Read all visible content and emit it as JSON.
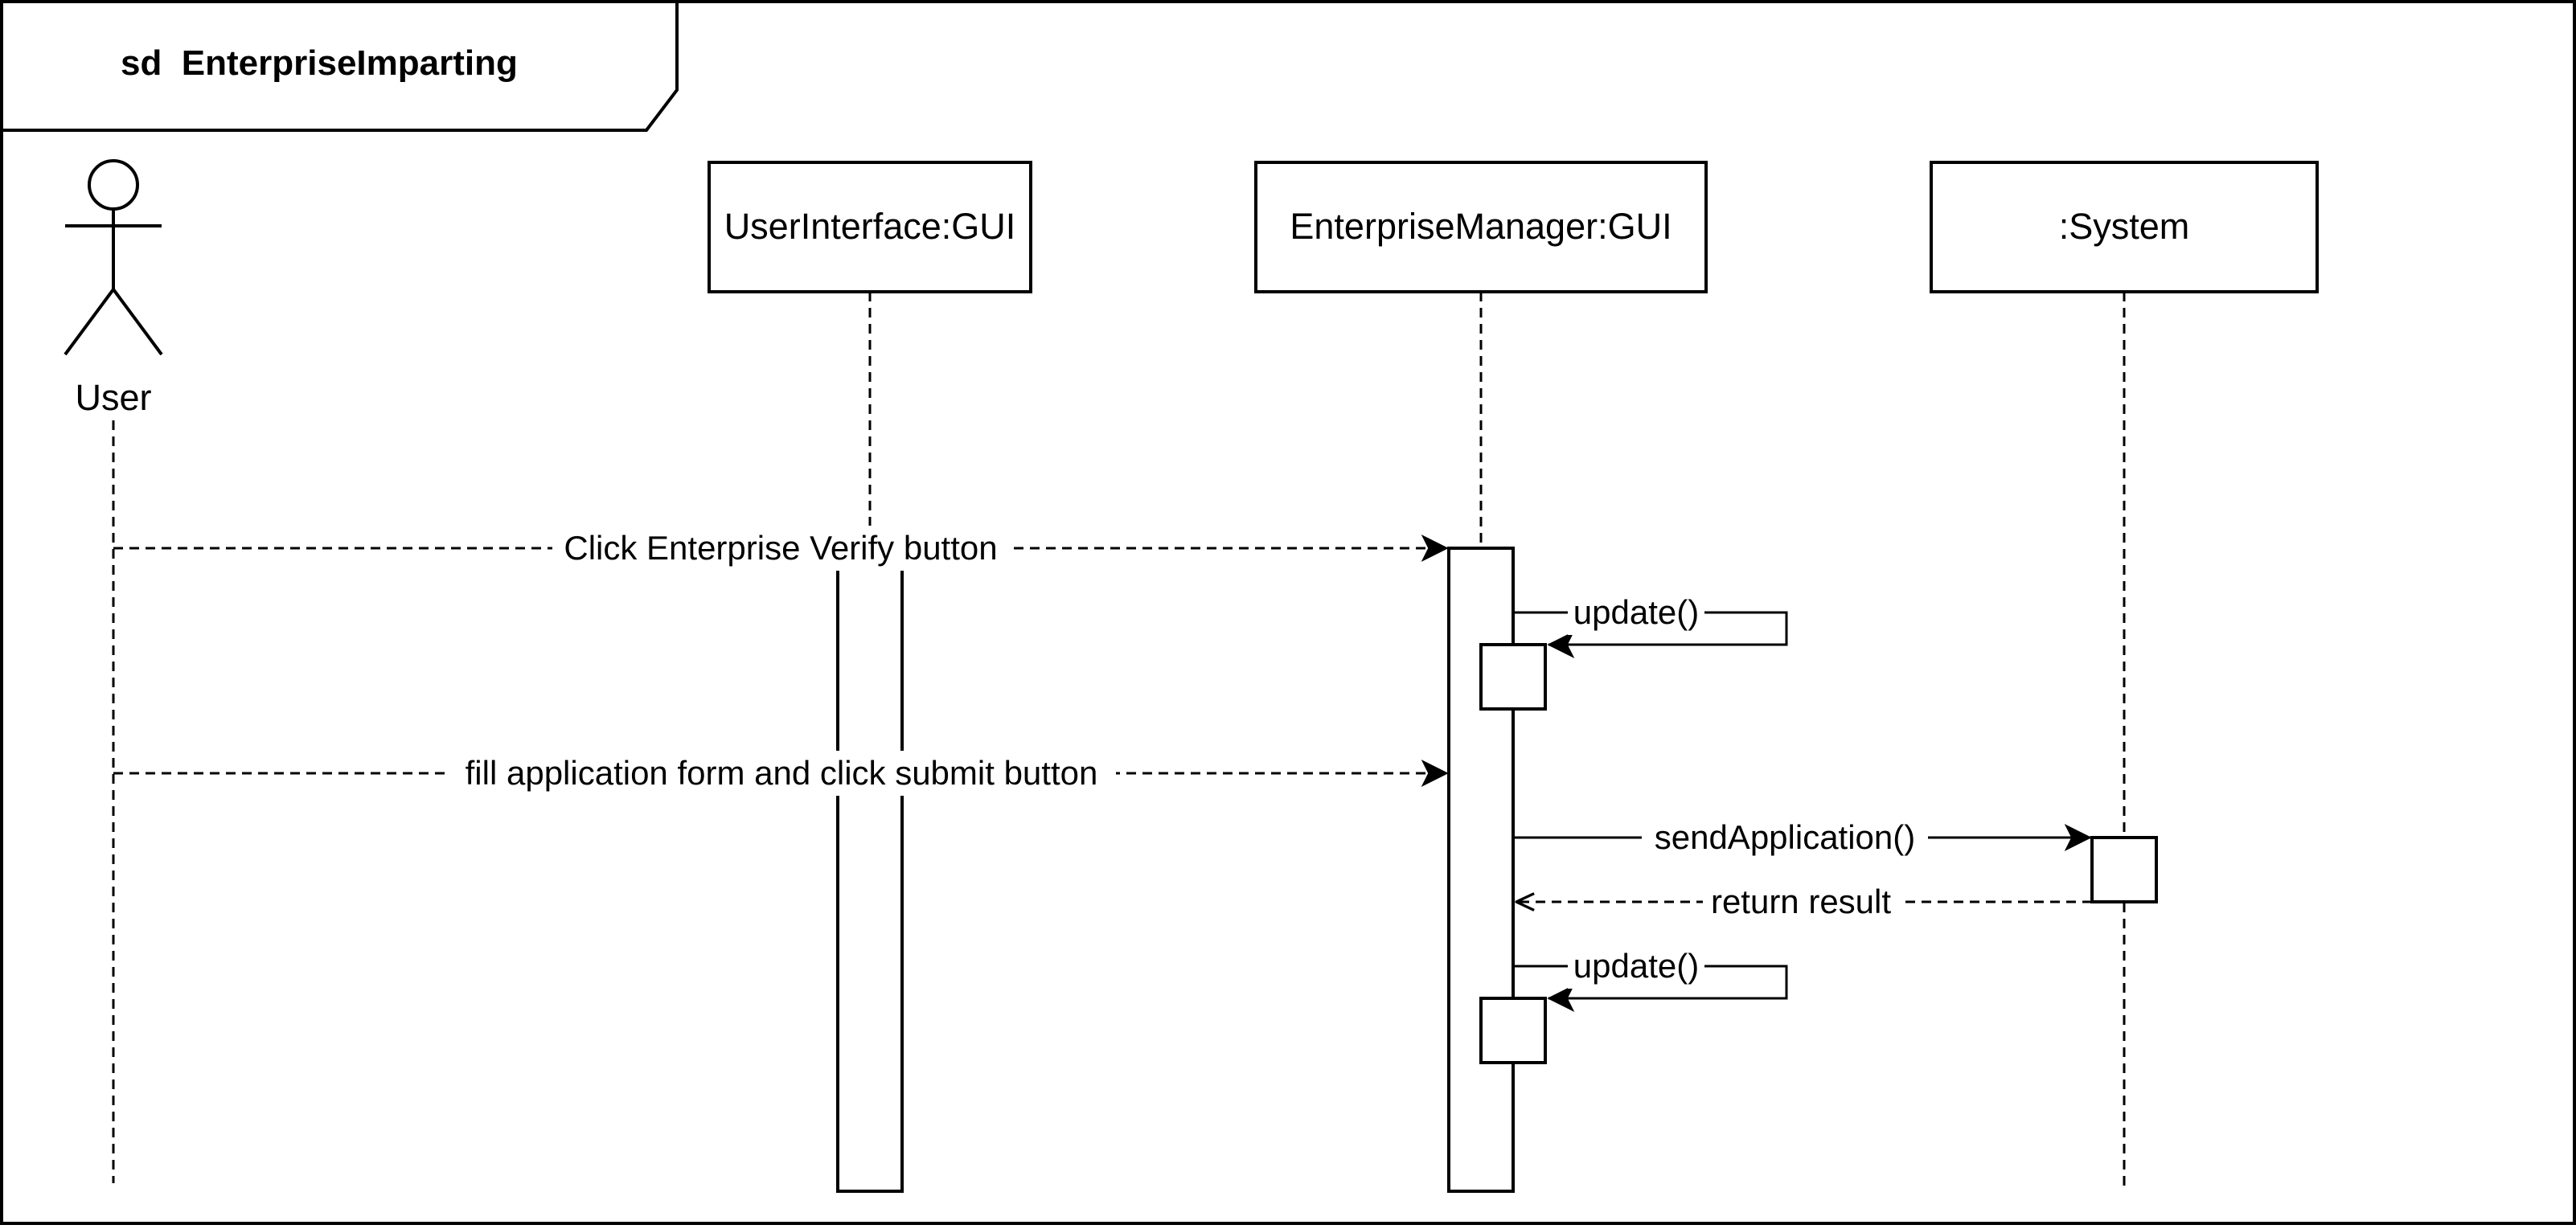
{
  "frame": {
    "title": "sd  EnterpriseImparting"
  },
  "actor": {
    "name": "User"
  },
  "lifelines": [
    {
      "id": "ui",
      "label": "UserInterface:GUI"
    },
    {
      "id": "em",
      "label": "EnterpriseManager:GUI"
    },
    {
      "id": "sys",
      "label": ":System"
    }
  ],
  "messages": [
    {
      "id": "m1",
      "label": "Click Enterprise Verify button",
      "style": "dashed"
    },
    {
      "id": "m2",
      "label": "update()",
      "style": "solid-self"
    },
    {
      "id": "m3",
      "label": "fill application form and click submit button",
      "style": "dashed"
    },
    {
      "id": "m4",
      "label": "sendApplication()",
      "style": "solid"
    },
    {
      "id": "m5",
      "label": "return result",
      "style": "dashed-return"
    },
    {
      "id": "m6",
      "label": "update()",
      "style": "solid-self"
    }
  ],
  "colors": {
    "stroke": "#000000",
    "background": "#ffffff"
  }
}
